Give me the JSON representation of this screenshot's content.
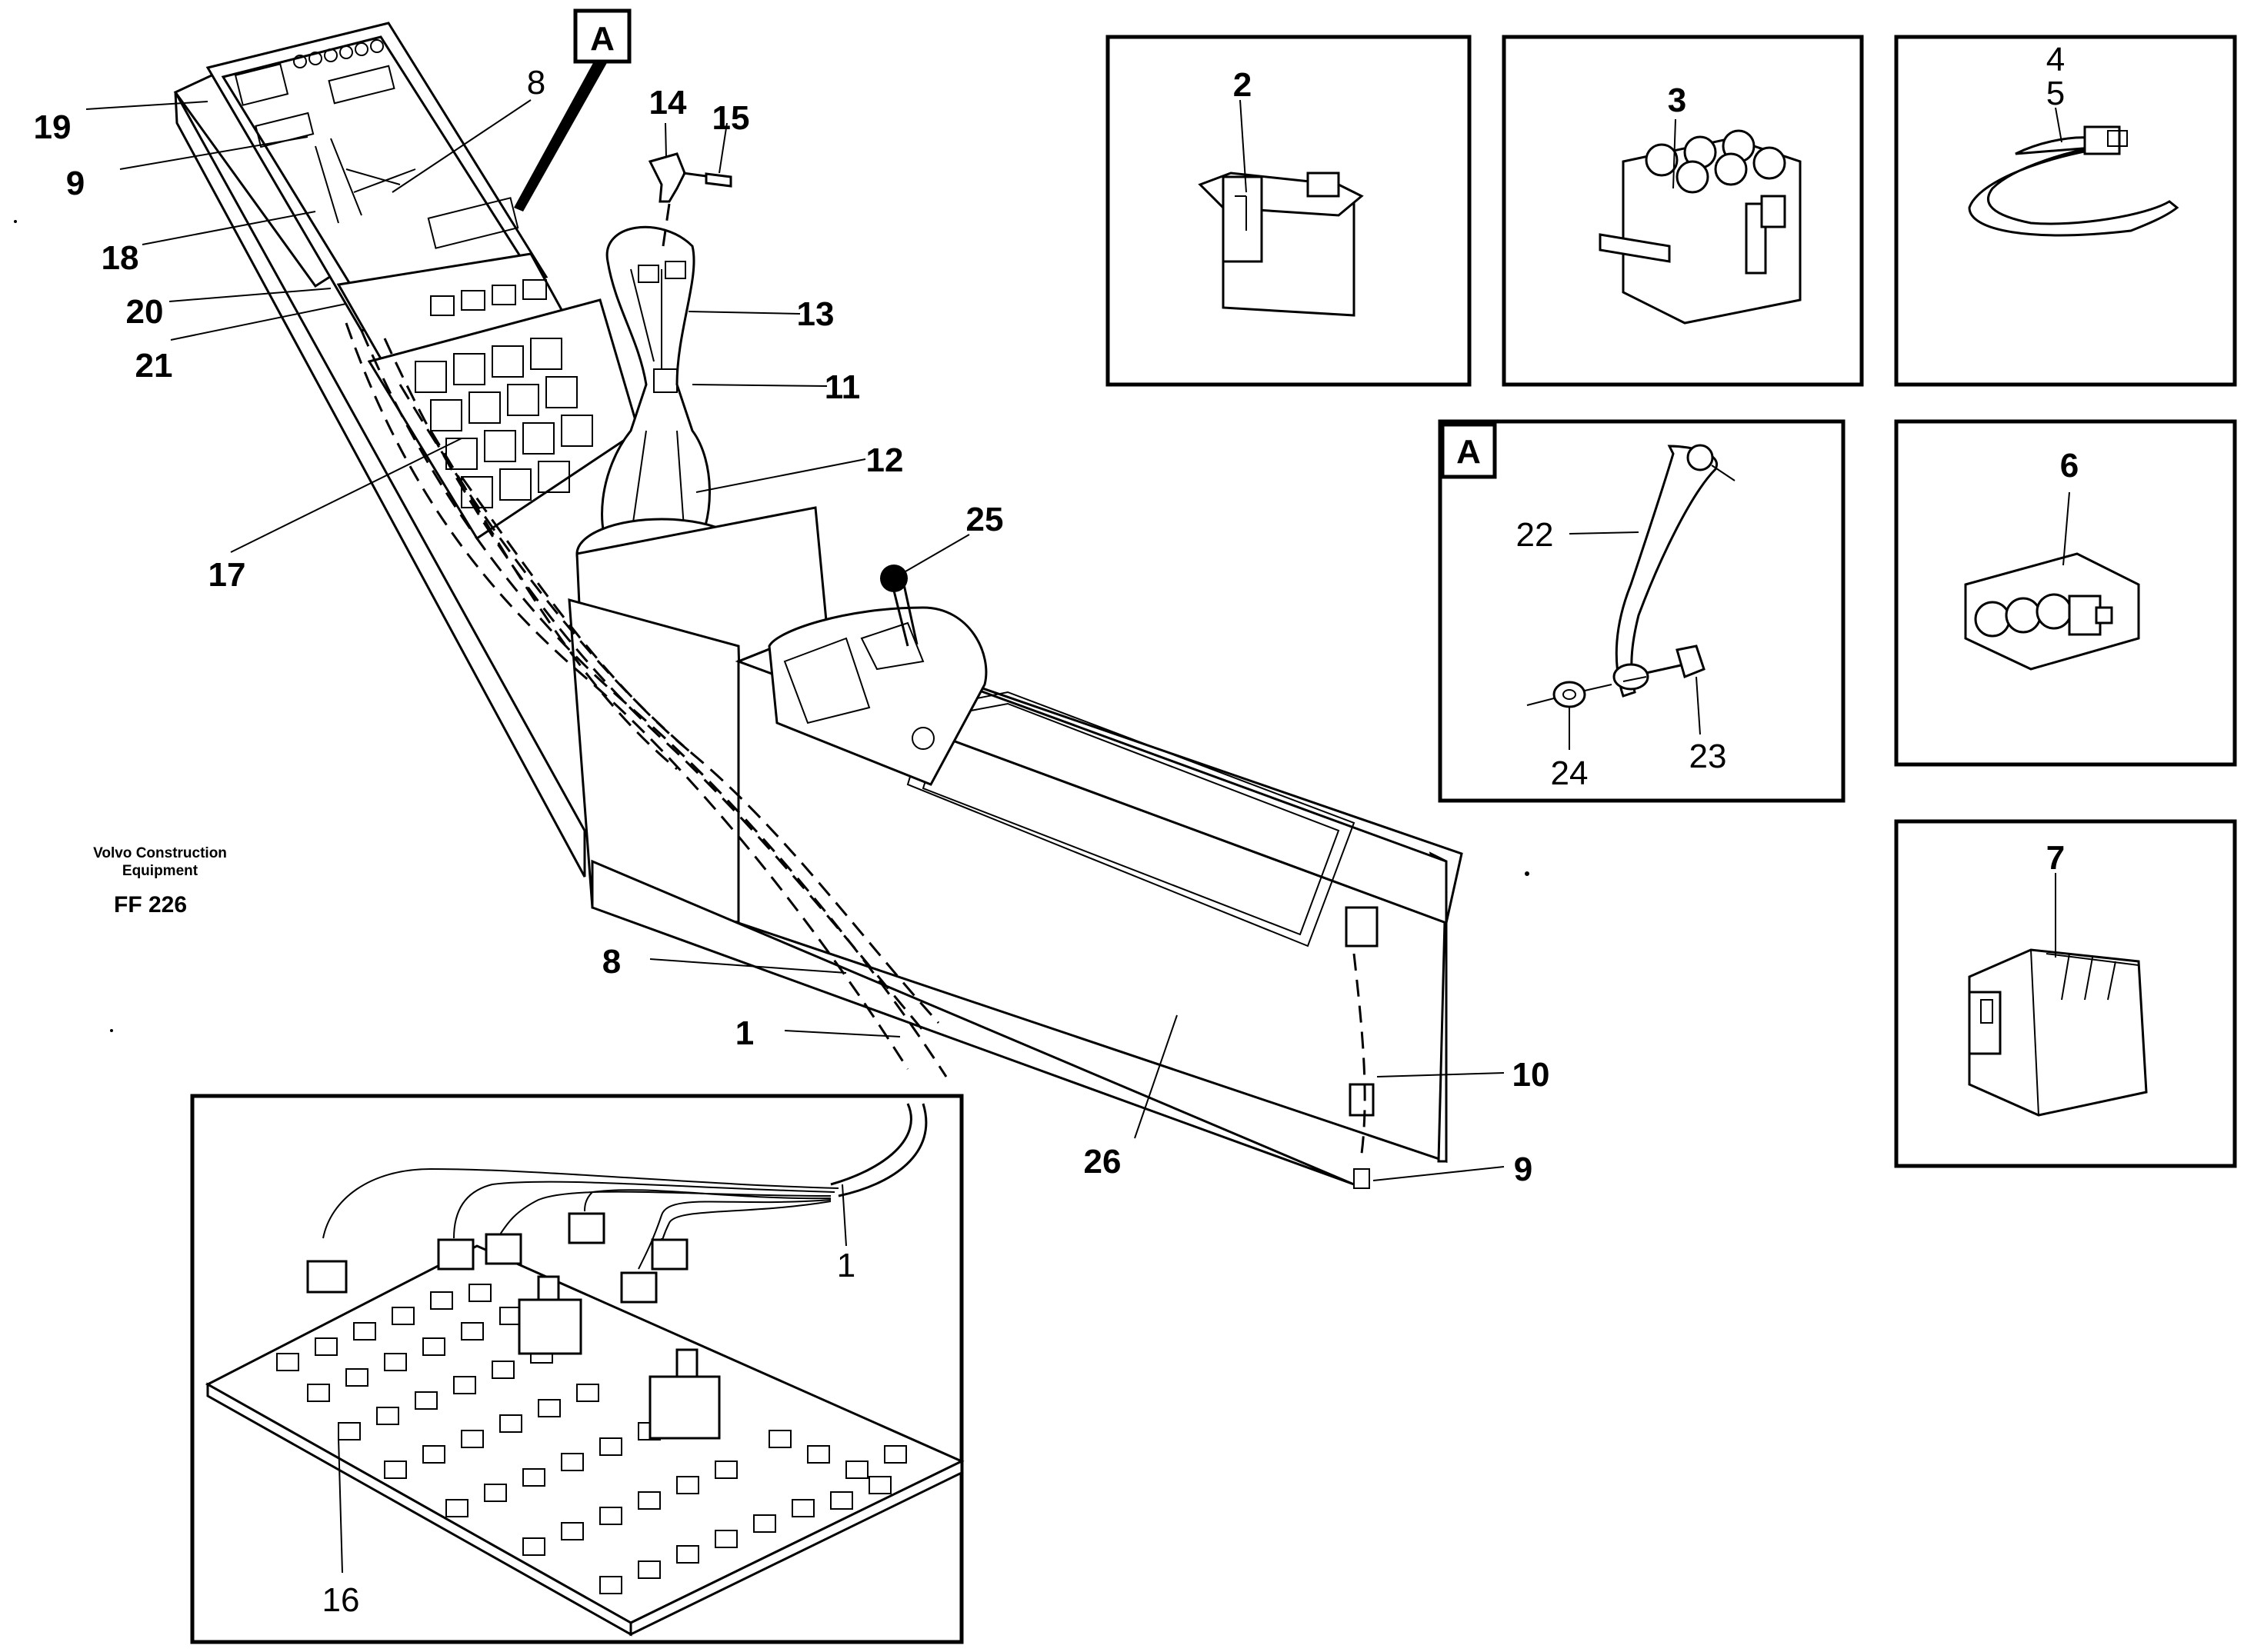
{
  "caption": {
    "company": "Volvo Construction",
    "company_line2": "Equipment",
    "code": "FF 226"
  },
  "detail_marker": "A",
  "inset_a_marker": "A",
  "callouts": {
    "c19": "19",
    "c9a": "9",
    "c18": "18",
    "c20": "20",
    "c21": "21",
    "c17": "17",
    "c8a": "8",
    "c14": "14",
    "c15": "15",
    "c13": "13",
    "c11": "11",
    "c12": "12",
    "c25": "25",
    "c8b": "8",
    "c1a": "1",
    "c26": "26",
    "c10": "10",
    "c9b": "9",
    "c1b": "1",
    "c16": "16",
    "c2": "2",
    "c3": "3",
    "c4": "4",
    "c5": "5",
    "c6": "6",
    "c7": "7",
    "c22": "22",
    "c23": "23",
    "c24": "24"
  }
}
